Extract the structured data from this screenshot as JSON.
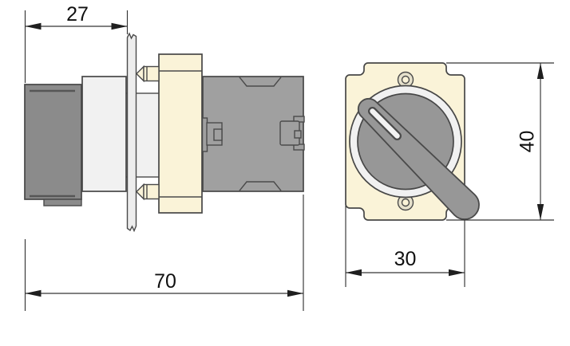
{
  "drawing": {
    "dimensions": {
      "knob_depth_mm": "27",
      "overall_depth_mm": "70",
      "plate_width_mm": "30",
      "plate_height_mm": "40"
    },
    "colors": {
      "cream": "#faf3d8",
      "screw_ring": "#e6e1cc",
      "body_gray": "#a0a0a0",
      "knob_gray": "#8b8b8b",
      "handle_gray": "#979797",
      "light_gray": "#f1f1f1",
      "panel_gray": "#ededed",
      "outline": "#474747",
      "dimension_line": "#343434",
      "text": "#101010",
      "background": "#ffffff"
    }
  }
}
